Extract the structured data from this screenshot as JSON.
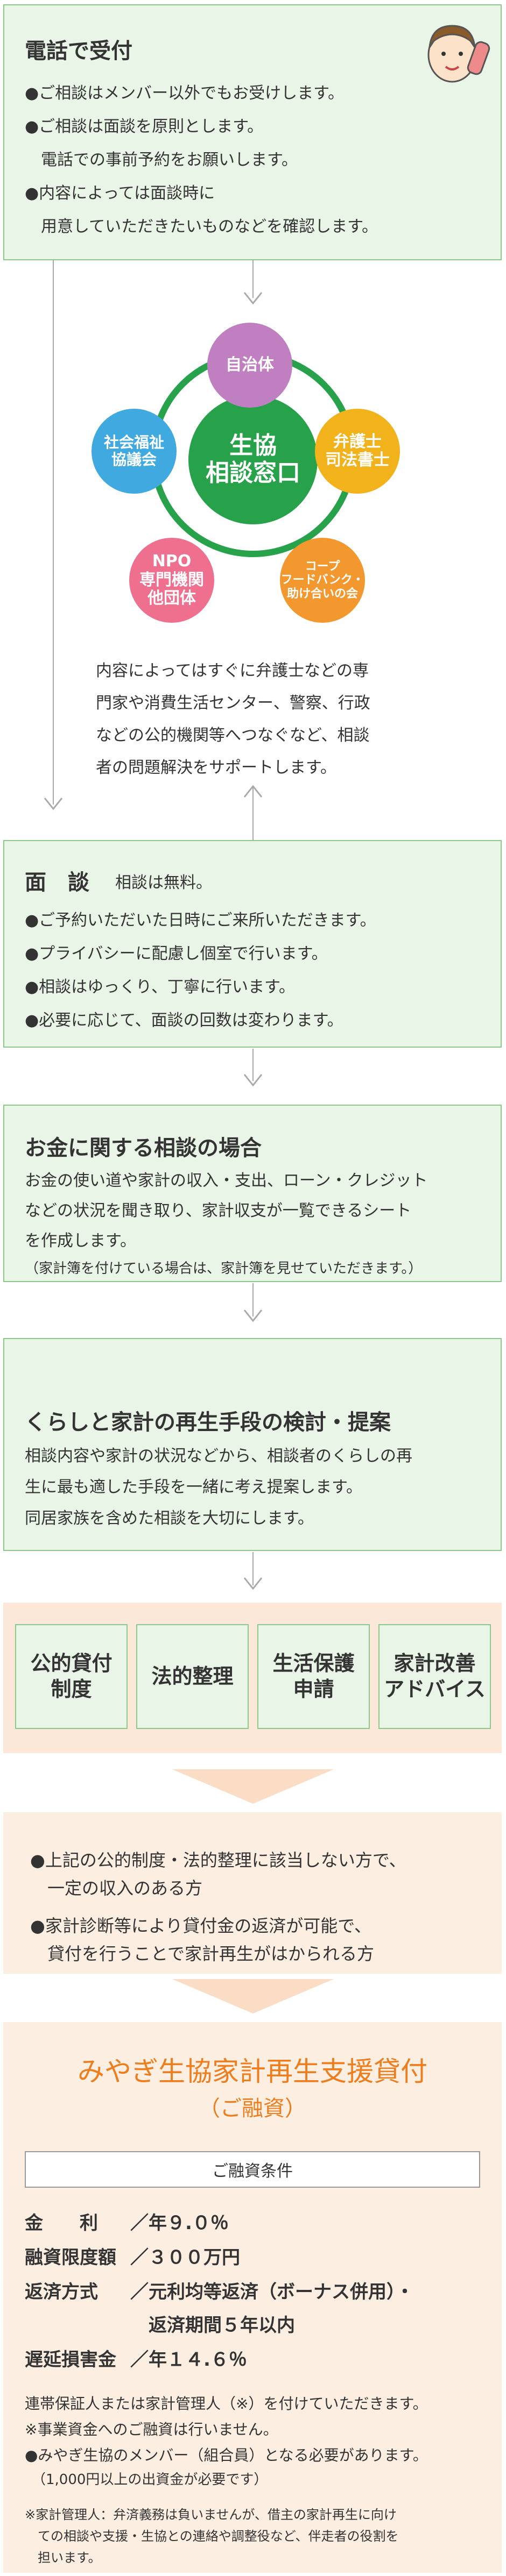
{
  "phone": {
    "title": "電話で受付",
    "lines": [
      "●ご相談はメンバー以外でもお受けします。",
      "●ご相談は面談を原則とします。",
      "　電話での事前予約をお願いします。",
      "●内容によっては面談時に",
      "　用意していただきたいものなどを確認します。"
    ]
  },
  "network": {
    "center": "生協\n相談窓口",
    "nodes": {
      "jichitai": "自治体",
      "bengoshi": "弁護士\n司法書士",
      "coop": "コープ\nフードバンク・\n助け合いの会",
      "npo": "NPO\n専門機関\n他団体",
      "shakyo": "社会福祉\n協議会"
    },
    "colors": {
      "jichitai": "#c07fc0",
      "bengoshi": "#f2b21c",
      "coop": "#f3972f",
      "npo": "#ef6f8f",
      "shakyo": "#40a9e0",
      "center": "#27a24a",
      "ring": "#27a24a"
    },
    "description": [
      "内容によってはすぐに弁護士などの専",
      "門家や消費生活センター、警察、行政",
      "などの公的機関等へつなぐなど、相談",
      "者の問題解決をサポートします。"
    ]
  },
  "interview": {
    "title": "面　談",
    "note": "相談は無料。",
    "lines": [
      "●ご予約いただいた日時にご来所いただきます。",
      "●プライバシーに配慮し個室で行います。",
      "●相談はゆっくり、丁寧に行います。",
      "●必要に応じて、面談の回数は変わります。"
    ]
  },
  "money": {
    "title": "お金に関する相談の場合",
    "lines": [
      "お金の使い道や家計の収入・支出、ローン・クレジット",
      "などの状況を聞き取り、家計収支が一覧できるシート",
      "を作成します。"
    ],
    "note": "（家計簿を付けている場合は、家計簿を見せていただきます。）"
  },
  "plan": {
    "title": "くらしと家計の再生手段の検討・提案",
    "lines": [
      "相談内容や家計の状況などから、相談者のくらしの再",
      "生に最も適した手段を一緒に考え提案します。",
      "同居家族を含めた相談を大切にします。"
    ]
  },
  "options": [
    "公的貸付\n制度",
    "法的整理",
    "生活保護\n申請",
    "家計改善\nアドバイス"
  ],
  "eligibility": {
    "lines": [
      "●上記の公的制度・法的整理に該当しない方で、",
      "　一定の収入のある方",
      "●家計診断等により貸付金の返済が可能で、",
      "　貸付を行うことで家計再生がはかられる方"
    ]
  },
  "loan": {
    "title": "みやぎ生協家計再生支援貸付",
    "subtitle": "（ご融資）",
    "conditions_header": "ご融資条件",
    "conditions": [
      {
        "label": "金　　利",
        "value": "／年９.０％"
      },
      {
        "label": "融資限度額",
        "value": "／３００万円"
      },
      {
        "label": "返済方式",
        "value": "／元利均等返済（ボーナス併用）・"
      },
      {
        "label": "",
        "value": "　返済期間５年以内"
      },
      {
        "label": "遅延損害金",
        "value": "／年１４.６％"
      }
    ],
    "notes": [
      "連帯保証人または家計管理人（※）を付けていただきます。",
      "※事業資金へのご融資は行いません。",
      "●みやぎ生協のメンバー（組合員）となる必要があります。",
      "　（1,000円以上の出資金が必要です）"
    ],
    "footnote": [
      "※家計管理人：弁済義務は負いませんが、借主の家計再生に向け",
      "　ての相談や支援・生協との連絡や調整役など、伴走者の役割を",
      "　担います。"
    ],
    "title_color": "#ee7d1e"
  }
}
